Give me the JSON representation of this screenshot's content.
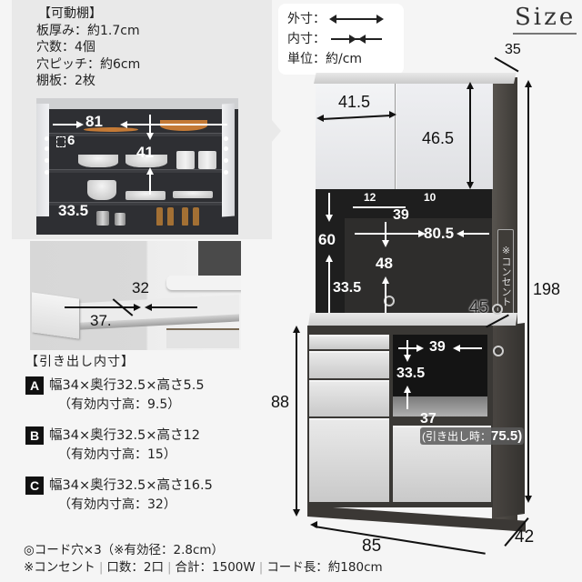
{
  "title": "Size",
  "legend": {
    "outer_label": "外寸：",
    "inner_label": "内寸：",
    "unit_label": "単位：約/cm"
  },
  "movable_shelf": {
    "heading": "【可動棚】",
    "lines": [
      "板厚み：約1.7cm",
      "穴数：4個",
      "穴ピッチ：約6cm",
      "棚板：2枚"
    ],
    "photo_dims": {
      "inner_width": "81",
      "hole_pitch": "6",
      "inner_height": "41",
      "inner_depth": "33.5"
    }
  },
  "drawer_photo_dims": {
    "inner_width": "32",
    "inner_depth": "37."
  },
  "drawer_inner": {
    "heading": "【引き出し内寸】",
    "items": [
      {
        "badge": "A",
        "dims": "幅34×奥行32.5×高さ5.5",
        "effective": "（有効内寸高：9.5）"
      },
      {
        "badge": "B",
        "dims": "幅34×奥行32.5×高さ12",
        "effective": "（有効内寸高：15）"
      },
      {
        "badge": "C",
        "dims": "幅34×奥行32.5×高さ16.5",
        "effective": "（有効内寸高：32）"
      }
    ]
  },
  "footnotes": {
    "cord_hole": "◎コード穴×3（※有効径：2.8cm）",
    "outlet_prefix": "※コンセント",
    "outlet_ports": "口数：2口",
    "outlet_total": "合計：1500W",
    "outlet_cord": "コード長：約180cm",
    "separator": "|"
  },
  "cabinet_dims": {
    "top_depth": "35",
    "total_height": "198",
    "upper_door_width": "41.5",
    "upper_door_height": "46.5",
    "shelf_gap_12": "12",
    "shelf_depth_10": "10",
    "open_shelf_depth": "39",
    "open_width": "80.5",
    "open_height_60": "60",
    "open_inner_height": "48",
    "open_inner_depth": "33.5",
    "counter_depth": "45",
    "outlet_label": "※コンセント",
    "lower_height": "88",
    "appliance_width": "39",
    "appliance_height": "33.5",
    "slide_depth": "37",
    "slide_extended_label": "(引き出し時：",
    "slide_extended_value": "75.5)",
    "total_width": "85",
    "total_depth": "42"
  },
  "colors": {
    "panel_gray": "#e9e9e9",
    "background": "#f5f5f5",
    "cabinet_dark": "#3a3835",
    "door_white": "#eeeff2"
  }
}
